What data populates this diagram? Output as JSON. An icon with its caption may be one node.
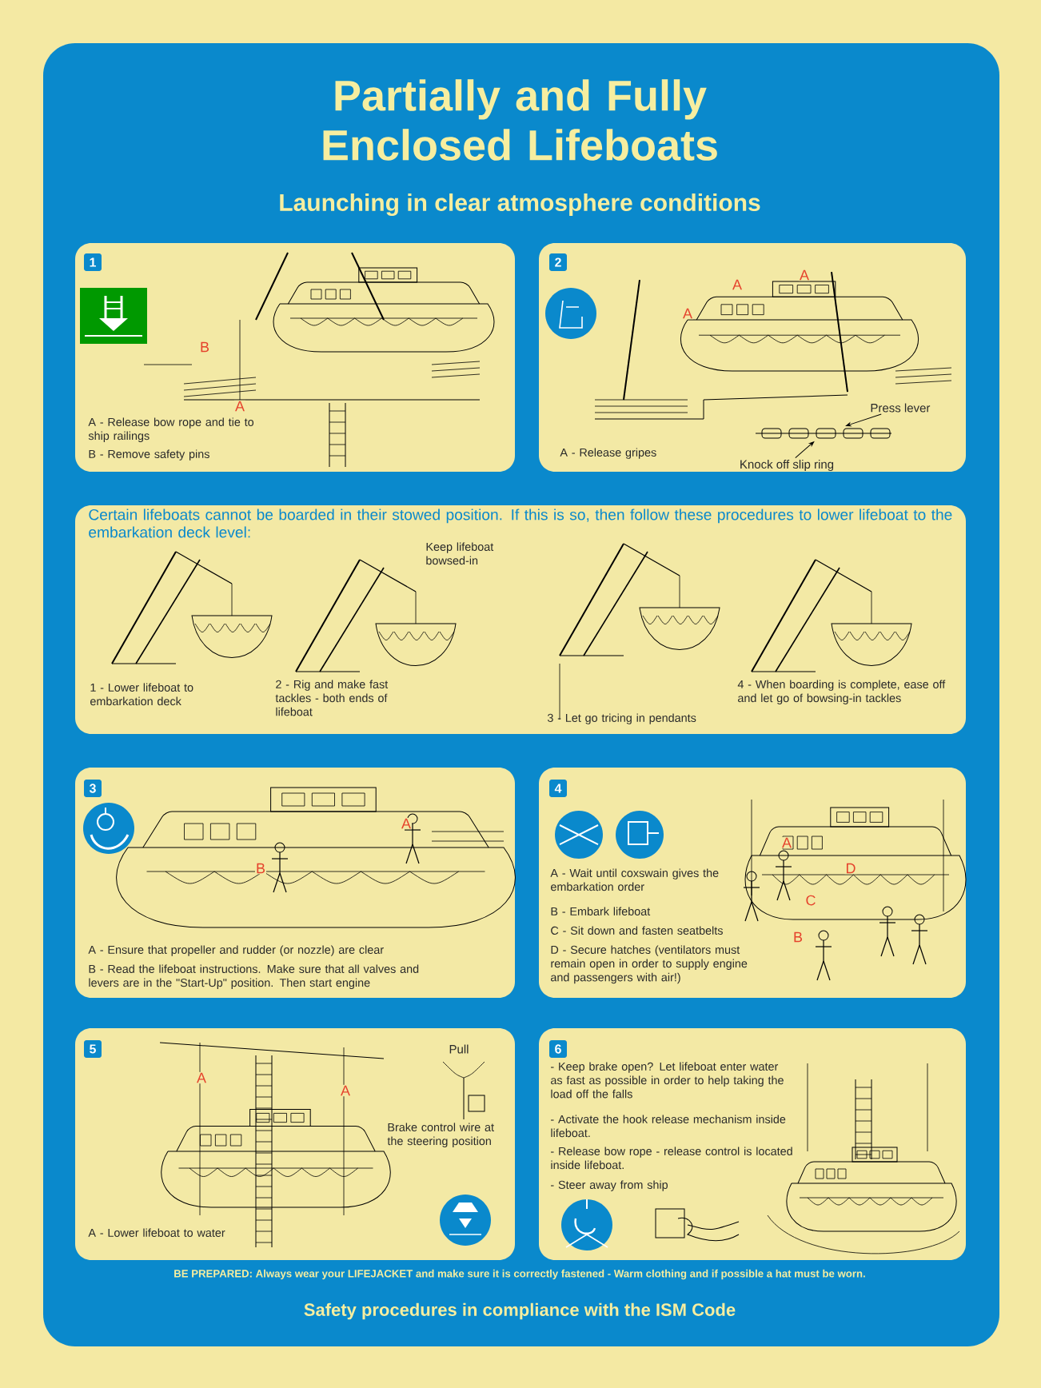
{
  "diagram": {
    "title": "Partially and Fully Enclosed Lifeboats",
    "nodes": [
      {
        "text": [
          "1",
          "A - Release bow rope and tie to ship railings",
          "B - Remove safety pins"
        ]
      },
      {
        "text": [
          "2",
          "A - Release gripes"
        ]
      },
      {
        "text": [
          "Press lever"
        ],
        "in": 1
      },
      {
        "text": [],
        "shape": "picture",
        "in": 1
      },
      {
        "text": [
          "Knock off slip ring"
        ],
        "in": 1
      },
      {
        "text": [
          "Certain lifeboats cannot be boarded in their stowed position. If this is so, then follow these procedures to lower lifeboat to the embarkation deck level:",
          "Keep lifeboat bowsed-in",
          "1 - Lower lifeboat to embarkation deck",
          "2 - Rig and make fast tackles - both ends of lifeboat",
          "3 - Let go tricing in pendants",
          "4 - When boarding is complete, ease off and let go of bowsing-in tackles"
        ]
      },
      {
        "text": [
          "3",
          "A - Ensure that propeller and rudder (or nozzle) are clear",
          "B - Read the lifeboat instructions. Make sure that all valves and levers are in the \"Start-Up\" position. Then start engine"
        ]
      },
      {
        "text": [
          "4",
          "A - Wait until coxswain gives the embarkation order",
          "B - Embark lifeboat",
          "C - Sit down and fasten seatbelts",
          "D - Secure hatches (ventilators must remain open in order to supply engine and passengers with air!)"
        ]
      },
      {
        "text": [
          "5",
          "Pull",
          "Brake control wire at the steering position",
          "A - Lower lifeboat to water"
        ]
      },
      {
        "text": [
          "6",
          "- Keep brake open? Let lifeboat enter water as fast as possible in order to help taking the load off the falls",
          "- Activate the hook release mechanism inside lifeboat.",
          "- Release bow rope - release control is located inside lifeboat.",
          "- Steer away from ship"
        ]
      }
    ],
    "edges": [
      {
        "from": 2,
        "to": 3,
        "arrow": "to"
      },
      {
        "from": 4,
        "to": 3,
        "arrow": "to"
      }
    ],
    "labels": [
      "Launching in clear atmosphere conditions",
      "B",
      "A",
      "A",
      "A",
      "A",
      "A",
      "B",
      "A",
      "D",
      "C",
      "B",
      "A",
      "A",
      "BE PREPARED: Always wear your LIFEJACKET and make sure it is correctly fastened - Warm clothing and if possible a hat must be worn.",
      "Safety procedures in compliance with the ISM Code"
    ]
  }
}
